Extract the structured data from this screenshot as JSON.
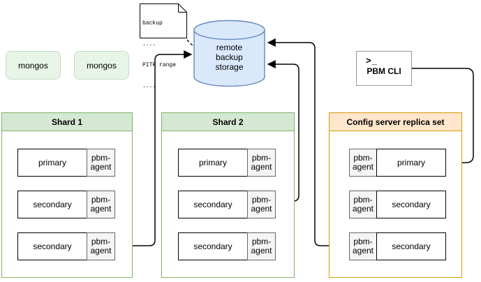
{
  "note": {
    "lines": [
      "backup",
      "....",
      "PITR range",
      "...."
    ]
  },
  "storage": {
    "label": "remote\nbackup\nstorage"
  },
  "routers": [
    {
      "label": "mongos"
    },
    {
      "label": "mongos"
    }
  ],
  "pbm_cli": {
    "prompt_icon": ">_",
    "label": "PBM CLI"
  },
  "containers": [
    {
      "title": "Shard 1",
      "rows": [
        {
          "node": "primary",
          "agent": "pbm-agent"
        },
        {
          "node": "secondary",
          "agent": "pbm-agent"
        },
        {
          "node": "secondary",
          "agent": "pbm-agent"
        }
      ]
    },
    {
      "title": "Shard 2",
      "rows": [
        {
          "node": "primary",
          "agent": "pbm-agent"
        },
        {
          "node": "secondary",
          "agent": "pbm-agent"
        },
        {
          "node": "secondary",
          "agent": "pbm-agent"
        }
      ]
    },
    {
      "title": "Config server replica set",
      "rows": [
        {
          "node": "primary",
          "agent": "pbm-agent"
        },
        {
          "node": "secondary",
          "agent": "pbm-agent"
        },
        {
          "node": "secondary",
          "agent": "pbm-agent"
        }
      ]
    }
  ],
  "colors": {
    "storage_fill": "#dae8fc",
    "storage_stroke": "#6c8ebf",
    "shard_header_fill": "#d5e8d4",
    "shard_border": "#82b366",
    "config_header_fill": "#ffe6cc",
    "config_border": "#d79b00",
    "agent_fill": "#f5f5f5",
    "agent_border": "#666666",
    "mongos_fill": "#e8f4e8",
    "mongos_border": "#c3ddc3",
    "connector": "#000000"
  }
}
